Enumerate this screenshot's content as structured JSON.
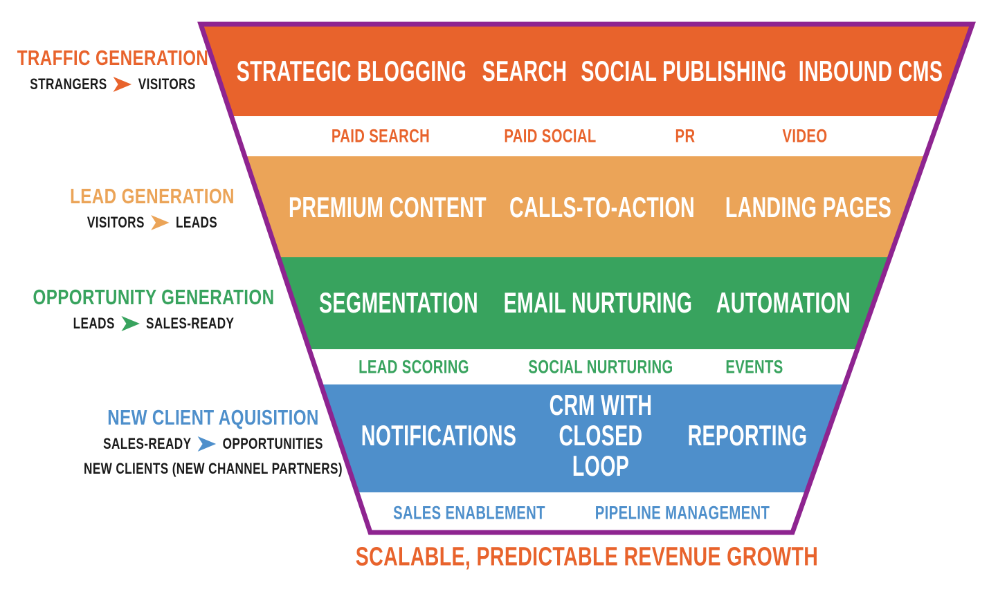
{
  "palette": {
    "orange": "#E8632C",
    "orange_light": "#EBA458",
    "green": "#38A35E",
    "blue": "#4E8FCB",
    "purple": "#8E2490",
    "text_dark": "#1A1A1A",
    "white": "#FFFFFF"
  },
  "left_labels": [
    {
      "title": "TRAFFIC GENERATION",
      "from": "STRANGERS",
      "to": "VISITORS"
    },
    {
      "title": "LEAD GENERATION",
      "from": "VISITORS",
      "to": "LEADS"
    },
    {
      "title": "OPPORTUNITY GENERATION",
      "from": "LEADS",
      "to": "SALES-READY"
    },
    {
      "title": "NEW CLIENT AQUISITION",
      "from": "SALES-READY",
      "to": "OPPORTUNITIES",
      "note": "NEW CLIENTS (NEW CHANNEL PARTNERS)"
    }
  ],
  "funnel": {
    "bands": [
      {
        "name": "traffic-tools",
        "items": [
          "STRATEGIC BLOGGING",
          "SEARCH",
          "SOCIAL PUBLISHING",
          "INBOUND CMS"
        ]
      },
      {
        "name": "traffic-secondary",
        "items": [
          "PAID SEARCH",
          "PAID SOCIAL",
          "PR",
          "VIDEO"
        ]
      },
      {
        "name": "lead-tools",
        "items": [
          "PREMIUM CONTENT",
          "CALLS-TO-ACTION",
          "LANDING PAGES"
        ]
      },
      {
        "name": "opportunity-tools",
        "items": [
          "SEGMENTATION",
          "EMAIL NURTURING",
          "AUTOMATION"
        ]
      },
      {
        "name": "opportunity-secondary",
        "items": [
          "LEAD SCORING",
          "SOCIAL NURTURING",
          "EVENTS"
        ]
      },
      {
        "name": "client-tools",
        "items": [
          "NOTIFICATIONS",
          "CRM WITH CLOSED LOOP",
          "REPORTING"
        ]
      },
      {
        "name": "client-secondary",
        "items": [
          "SALES ENABLEMENT",
          "PIPELINE MANAGEMENT"
        ]
      }
    ]
  },
  "footer": {
    "label": "SCALABLE, PREDICTABLE REVENUE GROWTH"
  }
}
